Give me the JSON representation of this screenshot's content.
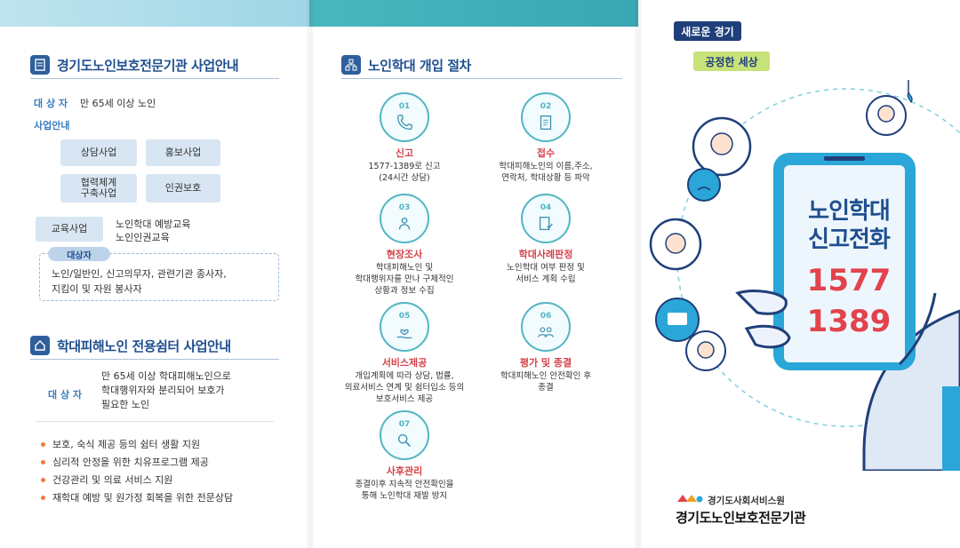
{
  "left": {
    "section1": {
      "title": "경기도노인보호전문기관 사업안내",
      "target_label": "대 상 자",
      "target_text": "만 65세 이상 노인",
      "business_label": "사업안내",
      "pills": [
        "상담사업",
        "홍보사업",
        "협력체계\n구축사업",
        "인권보호"
      ],
      "edu_pill": "교육사업",
      "edu_lines": [
        "노인학대 예방교육",
        "노인인권교육"
      ],
      "target_tab": "대상자",
      "target_lines": [
        "노인/일반인, 신고의무자, 관련기관 종사자,",
        "지킴이 및 자원 봉사자"
      ]
    },
    "section2": {
      "title": "학대피해노인 전용쉼터 사업안내",
      "target_label": "대 상 자",
      "target_lines": [
        "만 65세 이상 학대피해노인으로",
        "학대행위자와 분리되어 보호가",
        "필요한 노인"
      ],
      "bullets": [
        "보호, 숙식 제공 등의 쉼터 생활 지원",
        "심리적 안정을 위한 치유프로그램 제공",
        "건강관리 및 의료 서비스 지원",
        "재학대 예방 및 원가정 회복을 위한 전문상담"
      ]
    }
  },
  "procedure": {
    "title": "노인학대 개입 절차",
    "steps": [
      {
        "num": "01",
        "title": "신고",
        "desc": [
          "1577-1389로 신고",
          "(24시간 상담)"
        ],
        "icon": "phone-icon"
      },
      {
        "num": "02",
        "title": "접수",
        "desc": [
          "학대피해노인의 이름,주소,",
          "연락처, 학대상황 등 파악"
        ],
        "icon": "clipboard-icon"
      },
      {
        "num": "03",
        "title": "현장조사",
        "desc": [
          "학대피해노인 및",
          "학대행위자를 만나 구체적인",
          "상황과 정보 수집"
        ],
        "icon": "people-talk-icon"
      },
      {
        "num": "04",
        "title": "학대사례판정",
        "desc": [
          "노인학대 여부 판정 및",
          "서비스 계획 수립"
        ],
        "icon": "document-check-icon"
      },
      {
        "num": "05",
        "title": "서비스제공",
        "desc": [
          "개입계획에 따라 상담, 법률,",
          "의료서비스 연계 및 쉼터입소 등의",
          "보호서비스 제공"
        ],
        "icon": "hand-heart-icon"
      },
      {
        "num": "06",
        "title": "평가 및 종결",
        "desc": [
          "학대피해노인 안전확인 후",
          "종결"
        ],
        "icon": "group-icon"
      },
      {
        "num": "07",
        "title": "사후관리",
        "desc": [
          "종결이후 지속적 안전확인을",
          "통해 노인학대 재발 방지"
        ],
        "icon": "magnifier-icon"
      }
    ]
  },
  "right": {
    "badge1": "새로운 경기",
    "badge2": "공정한 세상",
    "phone_title": [
      "노인학대",
      "신고전화"
    ],
    "phone_numbers": [
      "1577",
      "1389"
    ],
    "org_small": "경기도사회서비스원",
    "org_big": "경기도노인보호전문기관"
  }
}
